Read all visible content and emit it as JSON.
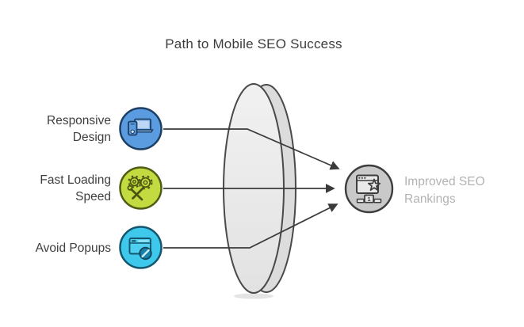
{
  "diagram": {
    "title": "Path to Mobile SEO Success",
    "inputs": [
      {
        "label": "Responsive\nDesign",
        "icon": "responsive-devices-icon"
      },
      {
        "label": "Fast Loading\nSpeed",
        "icon": "gears-wrench-icon"
      },
      {
        "label": "Avoid Popups",
        "icon": "browser-blocked-icon"
      }
    ],
    "lens": {
      "icon": "converging-lens-shape"
    },
    "output": {
      "label": "Improved SEO\nRankings",
      "icon": "seo-ranking-podium-icon",
      "podium_rank": "1"
    }
  },
  "colors": {
    "background": "#ffffff",
    "title_color": "#3d3d3d",
    "label_color": "#3f3f3f",
    "result_label_color": "#b3b3b3",
    "line_color": "#3a3a3a",
    "lens_stroke": "#4a4a4a",
    "lens_fill": "#e9e9e9",
    "lens_back_fill": "#dcdcdc",
    "icon1_fill": "#5b9ce0",
    "icon1_border": "#1d3f63",
    "icon2_fill": "#c4da41",
    "icon2_border": "#4f5c14",
    "icon3_fill": "#3ec9ec",
    "icon3_border": "#14566e",
    "result_fill": "#c9c9c9",
    "result_border": "#3d3d3d"
  }
}
